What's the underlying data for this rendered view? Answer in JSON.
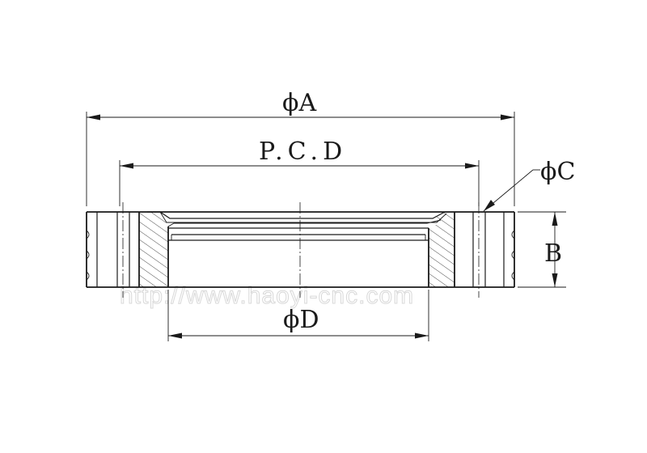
{
  "labels": {
    "dim_a": "ϕA",
    "dim_pcd": "P.C.D",
    "dim_c": "ϕC",
    "dim_b": "B",
    "dim_d": "ϕD"
  },
  "watermark": "http://www.haoyi-cnc.com",
  "colors": {
    "line": "#1a1a1a",
    "background": "#ffffff",
    "watermark": "#d8d8d8"
  }
}
